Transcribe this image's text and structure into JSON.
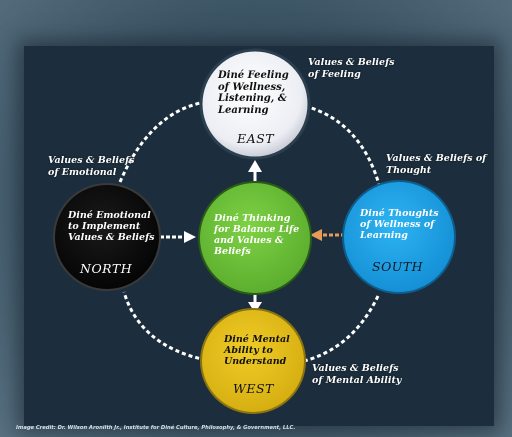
{
  "colors": {
    "background": "#3c5565",
    "panel": "#1c2e3d",
    "east_fill": "#f4f4f8",
    "north_fill": "#0c0c0c",
    "south_fill": "#1ea3e8",
    "west_fill": "#e6c01c",
    "center_fill": "#6ec23a",
    "arrow_orange": "#e79b55"
  },
  "nodes": {
    "east": {
      "text": "Diné Feeling\nof Wellness,\nListening, &\nLearning",
      "direction": "EAST"
    },
    "north": {
      "text": "Diné Emotional\nto Implement\nValues & Beliefs",
      "direction": "NORTH"
    },
    "center": {
      "text": "Diné Thinking\nfor Balance Life\nand Values &\nBeliefs"
    },
    "south": {
      "text": "Diné Thoughts\nof Wellness of\nLearning",
      "direction": "SOUTH"
    },
    "west": {
      "text": "Diné Mental\nAbility to\nUnderstand",
      "direction": "WEST"
    }
  },
  "labels": {
    "feeling": "Values & Beliefs\nof Feeling",
    "emotional": "Values & Beliefs\nof Emotional",
    "thought": "Values & Beliefs of\nThought",
    "mental": "Values & Beliefs\nof Mental Ability"
  },
  "credit": "Image Credit: Dr. Wilson Aronilth Jr., Institute for Diné Culture, Philosophy, & Government, LLC."
}
